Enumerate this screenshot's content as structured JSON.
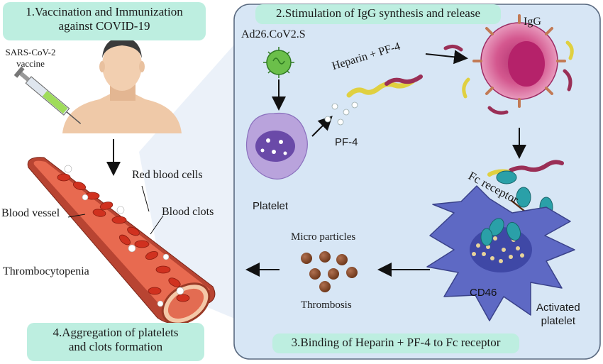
{
  "steps": {
    "s1_line1": "1.Vaccination and Immunization",
    "s1_line2": "against COVID-19",
    "s2": "2.Stimulation of IgG synthesis and release",
    "s3": "3.Binding of Heparin + PF-4 to Fc receptor",
    "s4_line1": "4.Aggregation of platelets",
    "s4_line2": "and clots formation"
  },
  "labels": {
    "vaccine_line1": "SARS-CoV-2",
    "vaccine_line2": "vaccine",
    "adenovirus": "Ad26.CoV2.S",
    "heparin_pf4": "Heparin + PF-4",
    "igg": "IgG",
    "pf4": "PF-4",
    "platelet": "Platelet",
    "fc_receptor": "Fc receptor",
    "micro_particles": "Micro particles",
    "thrombosis": "Thrombosis",
    "cd46": "CD46",
    "activated_line1": "Activated",
    "activated_line2": "platelet",
    "red_blood_cells": "Red blood cells",
    "blood_clots": "Blood clots",
    "blood_vessel": "Blood vessel",
    "thrombocytopenia": "Thrombocytopenia"
  },
  "colors": {
    "pill": "#bdeee0",
    "panel": "#d7e6f5",
    "igg_cell": "#cc4a8a",
    "platelet": "#b49ad8",
    "vessel": "#c8523e",
    "micro_particle": "#8b4a2b",
    "activated_platelet": "#5e69c4"
  }
}
